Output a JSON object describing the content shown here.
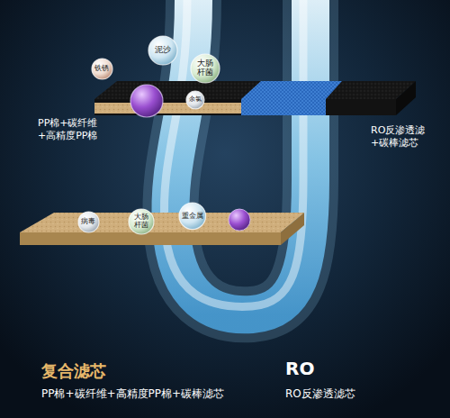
{
  "diagram": {
    "nodes": [
      {
        "text": [
          "泥沙"
        ]
      },
      {
        "text": [
          "铁锈"
        ]
      },
      {
        "text": [
          "大肠 杆菌"
        ]
      },
      {
        "text": [
          "余氯"
        ]
      },
      {
        "text": [
          "病毒"
        ]
      },
      {
        "text": [
          "大肠 杆菌"
        ]
      },
      {
        "text": [
          "重金属"
        ]
      }
    ],
    "labels": [
      "PP棉+碳纤维 +高精度PP棉",
      "RO反渗透滤 +碳棒滤芯",
      "复合滤芯",
      "PP棉+碳纤维+高精度PP棉+碳棒滤芯",
      "RO",
      "RO反渗透滤芯"
    ]
  }
}
